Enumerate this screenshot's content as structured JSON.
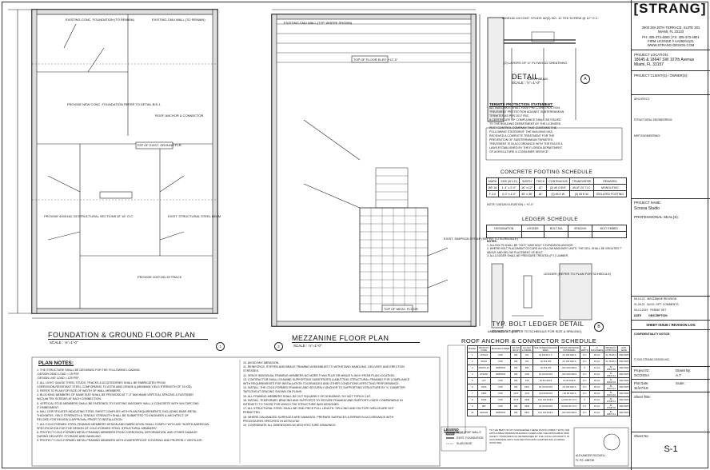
{
  "title_block": {
    "firm": "[STRANG]",
    "firm_address": [
      "2900 SW 28TH TERRACE, SUITE 301",
      "MIAMI, FL 33133"
    ],
    "firm_contact": [
      "PH: 305-373-4800 | FX: 305-373-4801",
      "FIRM LICENSE # AA26001121",
      "WWW.STRANG-DESIGN.COM"
    ],
    "project_location_label": "PROJECT LOCATION:",
    "project_location": [
      "18645 & 18647 SW 107th Avenue",
      "Miami, FL 33157"
    ],
    "project_clients_label": "PROJECT CLIENT(S) / OWNER(S):",
    "consultants": [
      "ARCHITECT:",
      "STRUCTURAL ENGINEERING:",
      "MEP ENGINEERING:"
    ],
    "project_name_label": "PROJECT NAME:",
    "project_name": "Scossa Studio",
    "professional_seal_label": "PROFESSIONAL SEAL(S):",
    "revisions": [
      {
        "date": "08-10-22",
        "desc": "MEZZANINE REVISION"
      },
      {
        "date": "01-28-22",
        "desc": "BLDG. DPT. COMMENTS"
      },
      {
        "date": "09-13-2019",
        "desc": "PERMIT SET"
      }
    ],
    "rev_headers": {
      "date": "DATE",
      "desc": "DESCRIPTION"
    },
    "sheet_issue_label": "SHEET ISSUE / REVISION LOG",
    "confidentiality_label": "CONFIDENTIALITY NOTICE:",
    "copyright": "© 2019 STRANG DESIGN INC.",
    "project_id_label": "Project ID:",
    "project_id": "SCOSSA",
    "drawn_by_label": "Drawn By:",
    "drawn_by": "A.T",
    "plot_date_label": "Plot Date:",
    "plot_date": "11/27/19",
    "scale_label": "Scale:",
    "sheet_title_label": "Sheet Title:",
    "sheet_no_label": "Sheet No:",
    "sheet_no": "S-1"
  },
  "plans": {
    "foundation_title": "FOUNDATION & GROUND FLOOR PLAN",
    "foundation_scale": "SCALE : ⅛\"=1'-0\"",
    "mezzanine_title": "MEZZANINE FLOOR PLAN",
    "mezzanine_scale": "SCALE : ⅛\"=1'-0\"",
    "detail_title": "DETAIL",
    "detail_scale": "SCALE : ½\"=1'-0\"",
    "detail_tag": "A",
    "bolt_title": "TYP. BOLT LEDGER DETAIL",
    "bolt_scale": "SCALE: ½\"=1'-0\"",
    "bolt_tag": "B",
    "grid_markers": [
      "1",
      "2"
    ]
  },
  "termite": {
    "title": "TERMITE PROTECTION STATEMENT:",
    "lines": [
      "ALL BUILDINGS SHALL HAVE PRE-CONSTRUCTION",
      "TREATMENT PROTECTION AGAINST SUBTERRANEAN",
      "TERMITES AS PER 2017 FBC.",
      "A CERTIFICATE OF COMPLIANCE SHALL BE ISSUED",
      "TO THE BUILDING DEPARTMENT BY THE LICENSED",
      "PEST CONTROL COMPANY THAT CONTAINS THE",
      "FOLLOWING STATEMENT: THE BUILDING HAS",
      "RECEIVED A COMPLETE TREATMENT FOR THE",
      "PREVENTION OF SUBTERRANEAN TERMITES.",
      "TREATMENT IS IN ACCORDANCE WITH THE RULES &",
      "LAWS ESTABLISHED BY THE FLORIDA DEPARTMENT",
      "OF AGRICULTURE & CONSUMER SERVICE\"."
    ]
  },
  "footing": {
    "title": "CONCRETE FOOTING SCHEDULE",
    "headers": [
      "MARK",
      "SIZE (W x D)",
      "WIDTH",
      "THICK",
      "CONTINUOUS",
      "TRANSVERSE",
      "REMARKS"
    ],
    "rows": [
      [
        "WF-16",
        "1'-4\" x 2'-0\"",
        "16\" x 12\"",
        "12\"",
        "(2) #5 CONT.",
        "#5 AT 24\" O.C.",
        "MONOLITHIC"
      ],
      [
        "F-3.0",
        "4'-0\" x 4'-0\"",
        "36\" x 36\"",
        "18\"",
        "(3) #5 E.W.",
        "(3) #5 E.W.",
        "ISOLATED FOOTING"
      ]
    ],
    "note": "NOTE: DATUM ELEVATION = +0'-0\""
  },
  "ledger": {
    "title": "LEDGER SCHEDULE",
    "headers": [
      "DESIGNATION",
      "LEDGER",
      "BOLT DIA",
      "SPACING",
      "BOLT EMBED."
    ],
    "notes_title": "NOTES:",
    "notes": [
      "1. ALL BOLTS SHALL BE \"HILTI\" KWIK BOLT 3 EXPANSION ANCHOR.",
      "2. WHERE BOLT PLACEMENT OCCURS IN HOLLOW MASONRY UNITS, THE CELL SHALL BE GROUTED 7\" ABOVE AND BELOW PLACEMENT OF BOLT.",
      "3. ALL LEDGER SHALL BE PRESSURE TREATED (P.T.) LUMBER."
    ]
  },
  "roof_anchor": {
    "title": "ROOF ANCHOR & CONNECTOR SCHEDULE",
    "headers": [
      "MODEL",
      "PRODUCT CODE",
      "MANUFACTURER",
      "ALLOW. UPLIFT",
      "ALLOW. LATERAL",
      "NAIL/SCREW/ANCHOR SPEC.",
      "STRAP/GIRT/FACE FASTENING",
      "LT WIDTH",
      "LT THICKNESS",
      "PRODUCT APPROVAL",
      "EXP. DATE"
    ],
    "rows": [
      [
        "1",
        "LSTA24",
        "USP",
        "N/A",
        "N/A",
        "(2) #10 Ø X 1\"",
        "(6) 10d NAILS",
        "1¼\"",
        "18 GA",
        "FL 15115.1",
        "5/31/2023"
      ],
      [
        "2",
        "WS24",
        "USP",
        "N/A",
        "N/A",
        "(2) #14 WS",
        "(6) 10d NAILS",
        "1¼\"",
        "16 GA",
        "FL 15115.1",
        "5/31/2023"
      ],
      [
        "3",
        "MHSTA-24",
        "SIMPSON",
        "N/A",
        "895",
        "(2) #14 WS",
        "(10) 10d NAILS",
        "2\"",
        "14 GA",
        "FL 10531.86",
        "5/31/2023"
      ],
      [
        "4",
        "HTS20C",
        "SIMPSON",
        "N/A",
        "1145",
        "(3) 10d NAILS",
        "(10) 10d NAILS",
        "1¼\"",
        "16 GA",
        "FL 10531.44",
        "5/31/2023"
      ],
      [
        "5",
        "H1T",
        "USP",
        "N/A",
        "645",
        "(5) 8d NAILS",
        "(6) 8d NAILS",
        "1¼\"",
        "18 GA",
        "FL 15104.18",
        "5/31/2023"
      ],
      [
        "6",
        "H10A",
        "USP",
        "N/A",
        "1010",
        "(9) 10d NAILS",
        "(9) 10d NAILS",
        "1¼\"",
        "18 GA",
        "FL 15101.12",
        "5/31/2023"
      ],
      [
        "7",
        "A35P",
        "USP",
        "1270",
        "1170",
        "(12) 8d NAILS",
        "(12) 8d NAILS",
        "1¼\"",
        "18 GA",
        "FL 15101.10",
        "5/31/2023"
      ],
      [
        "8",
        "PA24",
        "USP",
        "3775",
        "2335",
        "(12) 10d NAILS",
        "(4) #10 Ø X 1½\"",
        "2\"",
        "16 GA",
        "FL 17236.12",
        "5/31/2023"
      ],
      [
        "9",
        "AB7",
        "USP",
        "N/A",
        "3325",
        "(6) 10d NAILS",
        "(8) #10 Ø X 1½\"",
        "1½\"",
        "16 GA",
        "FL 17236.02",
        "5/31/2023"
      ],
      [
        "10",
        "HETA20",
        "SIMPSON",
        "N/A",
        "1810",
        "(14) 10d NAILS",
        "(10) 10d NAILS",
        "1¼\"",
        "16 GA",
        "FL 13872.14",
        "5/31/2023"
      ]
    ]
  },
  "plan_notes": {
    "title": "PLAN NOTES:",
    "left": [
      "1. THE STRUCTURE SHALL BE DESIGNED FOR THE FOLLOWING LOADING:",
      "   -DESIGN DEAD LOAD = 15 PSF",
      "   -DESIGN LIVE LOAD = 125 PSF",
      "2. ALL LIGHT GAUGE STEEL STUDS, TRACKS & ACCESSORIES SHALL BE FABRICATED FROM",
      "   CORROSION-RESISTANT STEEL CONFORMING TO ASTM A653 GRADE A (MINIMUM YIELD STRENGTH OF 33 KSI).",
      "3. REFER TO PLAN FOR SIZE OF WIDTH OF WALL MEMBERS.",
      "4. BLOCKING MEMBERS OF SAME SIZE SHALL BE PROVIDED AT 7'-0\" MAXIMUM VERTICAL SPACING & FASTENED",
      "   W/(2)-#8 TEK SCREWS AT EACH CONNECTION.",
      "5. VERTICAL STUD MEMBERS SHALL BE FASTENED TO EXISTING MASONRY WALL & CONCRETE WITH W/4 TAPCONS",
      "   3\" EMBEDMENT.",
      "6. MILL CERTIFICATES INDICATING STEEL SHEET COMPLIES WITH PLAN REQUIREMENTS, INCLUDING BASE METAL",
      "   THICKNESS, YIELD STRENGTH & TENSILE STRENGTH SHALL BE SUBMITTED TO ENGINEER & ARCHITECT OF",
      "   RECORD FOR REVIEW & APPROVAL PRIOR TO INSTALLATION.",
      "7. ALL COLD FORMED STEEL FRAMING MEMBERS DESIGN AND FABRICATION SHALL COMPLY WITH AISI \"NORTH AMERICAN",
      "   SPECIFICATION FOR THE DESIGN OF COLD-FORMED STEEL STRUCTURAL MEMBERS\".",
      "8. PROTECT COLD-FORMED METAL FRAMING MEMBERS FROM CORROSION, DEFORMATION, AND OTHER DAMAGE",
      "   DURING DELIVERY, STORAGE AND HANDLING.",
      "9. PROTECT COLD-FORMED METAL FRAMING MEMBERS WITH A WATERPROOF COVERING AND PROPERLY VENTILATE."
    ],
    "right": [
      "10. AVOID ANY ABRASION.",
      "11. REINFORCE, STIFFEN AND BRACE FRAMING ASSEMBLIES TO WITHSTAND HANDLING, DELIVERY AND ERECTION",
      "    STRESSES.",
      "12. SPACE INDIVIDUAL FRAMING MEMBERS NO MORE THAN PLUS OR MINUS ⅛ INCH FROM PLAN LOCATION.",
      "13. CONTRACTOR SHALL EXAMINE SUPPORTING SUBSTRATES & ABUTTING STRUCTURAL FRAMING FOR COMPLIANCE",
      "    WITH REQUIREMENTS FOR INSTALLATION TOLERANCES AND OTHER CONDITIONS AFFECTING PERFORMANCE.",
      "14. INSTALL THE COLD-FORMED FRAMING AND SECURELY ANCHOR TO SUPPORTING STRUCTURE BY ¼\" DIAMETER",
      "    TAPCONS AT SPACING SHOWN ON PLANS.",
      "15. ALL FRAMING MEMBERS SHALL BE CUT SQUARELY OR SHEARING, DO NOT TORCH CUT.",
      "16. INSTALL TEMPORARY BRACING AND SUPPORTS TO SECURE FRAMING AND SUPPORT LOADS COMPARABLE IN",
      "    INTENSITY TO THOSE FOR WHICH THE STRUCTURE WAS DESIGNED.",
      "17. ALL STRUCTURAL STEEL SHALL BE ONE-PIECE FULL LENGTH. SPLICING AND FACTORY WELDS ARE NOT",
      "    PERMITTED.",
      "18. WHERE GALVANIZED SURFACES ARE DAMAGED, PREPARE SURFACES & REPAIR IN ACCORDANCE WITH",
      "    PROCEDURES SPECIFIED IN ASTM A780.",
      "19. COORDINATE ALL DIMENSIONS W/ ARCHITECTURE DRAWINGS."
    ]
  },
  "legend": {
    "title": "LEGEND",
    "items": [
      "NEW CFMF WALLS",
      "EXIST. FOUNDATION",
      "SLAB EDGE"
    ]
  },
  "engineer": {
    "name": "ALEXANDER ROCHELL",
    "license": "FL P.E. #88738",
    "statement": "TO THE BEST OF MY KNOWLEDGE THESE PLANS COMPLY WITH THE APPLICABLE MINIMUM BUILDING CODES AND THE APPLICABLE FIRE SAFETY STANDARDS AS DETERMINED BY THE LOCAL AUTHORITY IN ACCORDANCE WITH THIS SECTION AND CHAPTER 633, FLORIDA STATUTES."
  },
  "callouts": {
    "labels": [
      "EXISTING CONC. FOUNDATION (TO REMAIN)",
      "EXISTING CMU WALL (TO REMAIN)",
      "PROVIDE NEW CONC. FOUNDATION REFER TO DETAIL B/S-1",
      "TOP OF EXIST. GROUND FLR.",
      "ROOF ANCHOR & CONNECTOR",
      "PROVIDE 400S162-33 STRUCTURAL SECTIONS AT 16\" O.C.",
      "EXIST. STRUCTURAL STEEL BEAM",
      "PROVIDE 400T150-33 TRACK",
      "EXISTING CMU WALL (TYP. WHERE SHOWN)",
      "800S162-43 CONT. STUDS W/(2)-NO. 12 TEK SCREW @ 12\" O.C.",
      "TOP OF FLOOR ELEV. +12'-0\"",
      "EXIST. SIMPSON STRAP (REFER TO SCHEDULE)",
      "TOP OF MEZZ. FLOOR",
      "ANCHOR BOLT (REFER TO SCHEDULE FOR SIZE & SPACING)",
      "LEDGER (REFER TO PLAN FOR SCHEDULE)",
      "EXIST. BEAM",
      "(2) LAYERS OF ¾\" PLYWOOD SHEATHING"
    ]
  }
}
